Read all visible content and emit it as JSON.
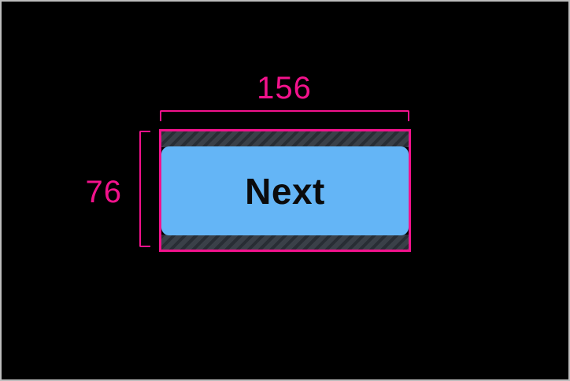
{
  "overlay": {
    "width_label": "156",
    "height_label": "76"
  },
  "button": {
    "label": "Next"
  },
  "colors": {
    "overlay_pink": "#F2128C",
    "button_blue": "#64B5F6",
    "button_text": "#0B0B0C",
    "padding_base": "#3A4048",
    "padding_stripe": "#282D34",
    "canvas_black": "#000000",
    "frame_border": "#BDBDBD"
  }
}
